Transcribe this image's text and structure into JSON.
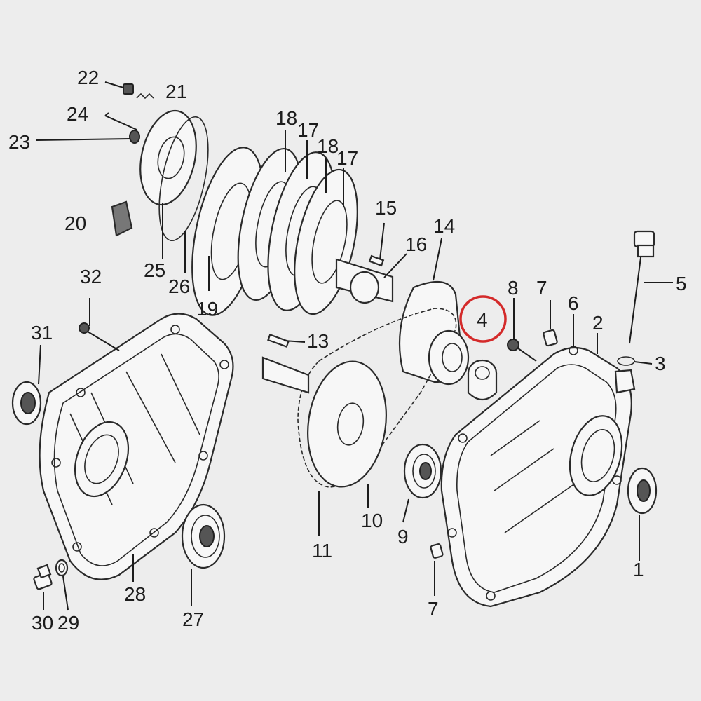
{
  "diagram": {
    "highlight": {
      "part": "4",
      "color": "#d42a2a"
    },
    "colors": {
      "background": "#ededed",
      "ink": "#1c1c1c"
    },
    "labels": {
      "1": "1",
      "2": "2",
      "3": "3",
      "4": "4",
      "5": "5",
      "6": "6",
      "7a": "7",
      "7b": "7",
      "8": "8",
      "9": "9",
      "10": "10",
      "11": "11",
      "13": "13",
      "14": "14",
      "15": "15",
      "16": "16",
      "17a": "17",
      "17b": "17",
      "18a": "18",
      "18b": "18",
      "19": "19",
      "20": "20",
      "21": "21",
      "22": "22",
      "23": "23",
      "24": "24",
      "25": "25",
      "26": "26",
      "27": "27",
      "28": "28",
      "29": "29",
      "30": "30",
      "31": "31",
      "32": "32"
    }
  }
}
